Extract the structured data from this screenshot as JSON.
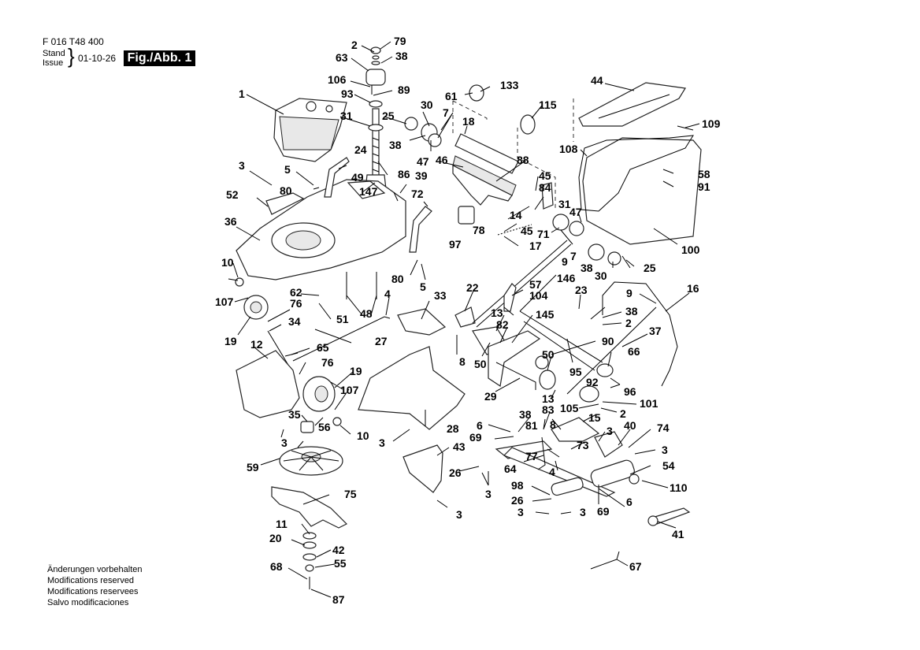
{
  "header": {
    "part_code": "F 016 T48 400",
    "stand_label": "Stand",
    "issue_label": "Issue",
    "date": "01-10-26",
    "figure_label": "Fig./Abb. 1"
  },
  "notes": [
    "Änderungen vorbehalten",
    "Modifications reserved",
    "Modifications reservees",
    "Salvo modificaciones"
  ],
  "labels": [
    "2",
    "79",
    "63",
    "38",
    "106",
    "89",
    "93",
    "1",
    "31",
    "25",
    "30",
    "7",
    "38",
    "47",
    "24",
    "49",
    "86",
    "3",
    "5",
    "80",
    "147",
    "39",
    "52",
    "61",
    "133",
    "18",
    "115",
    "46",
    "88",
    "45",
    "84",
    "14",
    "97",
    "78",
    "45",
    "17",
    "31",
    "47",
    "71",
    "7",
    "9",
    "44",
    "109",
    "108",
    "58",
    "91",
    "100",
    "25",
    "38",
    "30",
    "36",
    "10",
    "107",
    "19",
    "72",
    "80",
    "5",
    "62",
    "76",
    "51",
    "48",
    "4",
    "34",
    "12",
    "27",
    "65",
    "33",
    "22",
    "57",
    "104",
    "146",
    "13",
    "82",
    "145",
    "8",
    "50",
    "50",
    "29",
    "90",
    "95",
    "23",
    "9",
    "38",
    "2",
    "16",
    "37",
    "66",
    "92",
    "96",
    "101",
    "105",
    "2",
    "13",
    "83",
    "76",
    "19",
    "107",
    "35",
    "56",
    "10",
    "3",
    "28",
    "3",
    "59",
    "6",
    "69",
    "38",
    "81",
    "8",
    "15",
    "3",
    "40",
    "74",
    "73",
    "77",
    "64",
    "4",
    "43",
    "26",
    "3",
    "3",
    "54",
    "110",
    "98",
    "26",
    "3",
    "3",
    "6",
    "69",
    "3",
    "41",
    "75",
    "11",
    "20",
    "42",
    "68",
    "55",
    "87",
    "67"
  ]
}
